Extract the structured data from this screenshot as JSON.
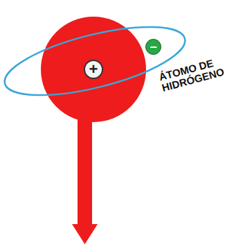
{
  "diagram": {
    "nodes": [
      {
        "text": [
          "+"
        ]
      },
      {
        "text": [
          "−"
        ]
      }
    ],
    "labels": [
      "ÁTOMO DE HIDRÓGENO"
    ]
  }
}
